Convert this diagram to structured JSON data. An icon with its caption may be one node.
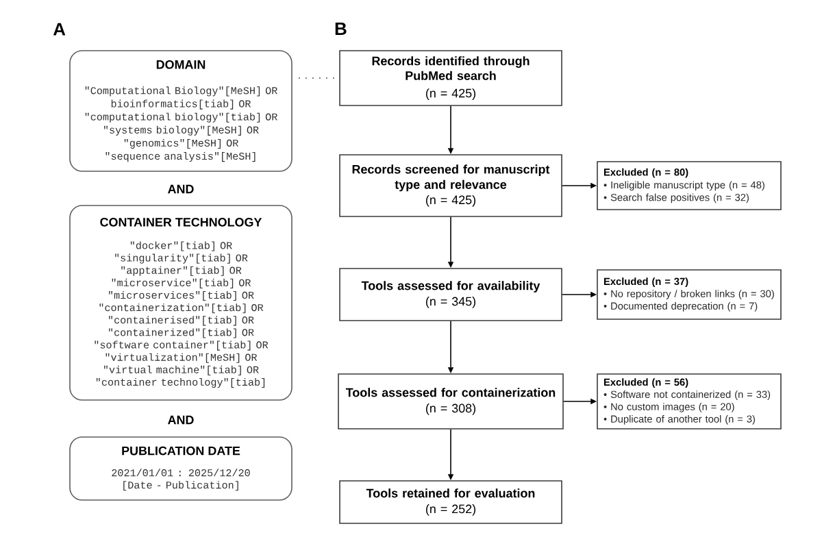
{
  "diagram": {
    "nodes": [
      {
        "text": [
          "DOMAIN",
          "\"Computational Biology\"[MeSH] OR bioinformatics[tiab] OR \"computational biology\"[tiab] OR \"systems biology\"[MeSH] OR \"genomics\"[MeSH] OR \"sequence analysis\"[MeSH]"
        ]
      },
      {
        "text": [
          "CONTAINER TECHNOLOGY",
          "\"docker\"[tiab] OR \"singularity\"[tiab] OR \"apptainer\"[tiab] OR \"microservice\"[tiab] OR \"microservices\"[tiab] OR \"containerization\"[tiab] OR \"containerised\"[tiab] OR \"containerized\"[tiab] OR \"software container\"[tiab] OR \"virtualization\"[MeSH] OR \"virtual machine\"[tiab] OR \"container technology\"[tiab]"
        ]
      },
      {
        "text": [
          "PUBLICATION DATE",
          "2021/01/01 : 2025/12/20 [Date - Publication]"
        ]
      },
      {
        "text": [
          "Records identified through PubMed search",
          "(n = 425)"
        ]
      },
      {
        "text": [
          "Records screened for manuscript type and relevance",
          "(n = 425)"
        ]
      },
      {
        "text": [
          "Excluded (n = 80)",
          "• Ineligible manuscript type (n = 48)",
          "• Search false positives (n = 32)"
        ]
      },
      {
        "text": [
          "Tools assessed for availability",
          "(n = 345)"
        ]
      },
      {
        "text": [
          "Excluded (n = 37)",
          "• No repository / broken links (n = 30)",
          "• Documented deprecation (n = 7)"
        ]
      },
      {
        "text": [
          "Tools assessed for containerization",
          "(n = 308)"
        ]
      },
      {
        "text": [
          "Excluded (n = 56)",
          "• Software not containerized (n = 33)",
          "• No custom images (n = 20)",
          "• Duplicate of another tool (n = 3)"
        ]
      },
      {
        "text": [
          "Tools retained for evaluation",
          "(n = 252)"
        ]
      }
    ],
    "edges": [
      {
        "from": 0,
        "to": 3,
        "arrow": "none",
        "style": "dashed"
      },
      {
        "from": 3,
        "to": 4,
        "arrow": "to"
      },
      {
        "from": 4,
        "to": 5,
        "arrow": "to"
      },
      {
        "from": 4,
        "to": 6,
        "arrow": "to"
      },
      {
        "from": 6,
        "to": 7,
        "arrow": "to"
      },
      {
        "from": 6,
        "to": 8,
        "arrow": "to"
      },
      {
        "from": 8,
        "to": 9,
        "arrow": "to"
      },
      {
        "from": 8,
        "to": 10,
        "arrow": "to"
      }
    ],
    "labels": [
      "A",
      "B",
      "AND",
      "AND"
    ]
  }
}
